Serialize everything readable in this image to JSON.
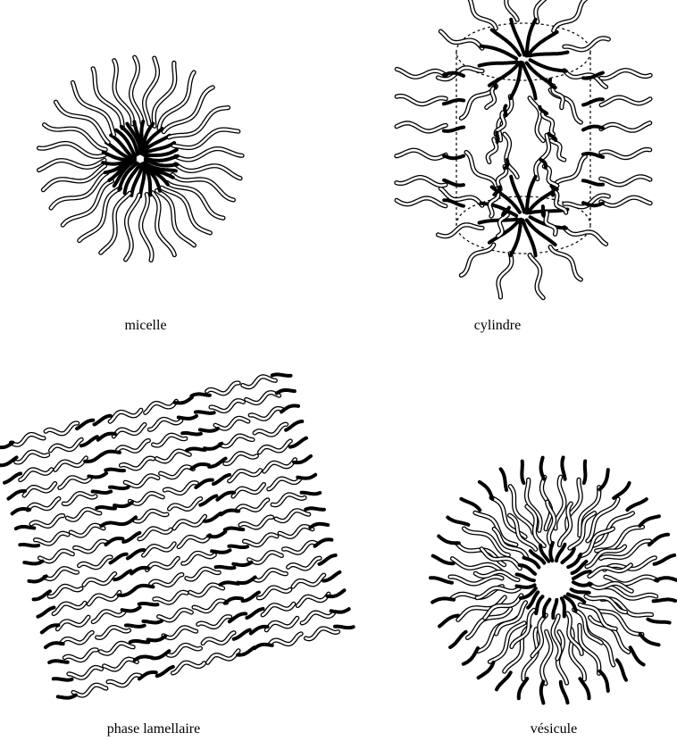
{
  "panels": {
    "micelle": {
      "caption": "micelle"
    },
    "cylindre": {
      "caption": "cylindre"
    },
    "phase": {
      "caption": "phase lamellaire"
    },
    "vesicule": {
      "caption": "vésicule"
    }
  },
  "colors": {
    "tail_outline": "#000000",
    "tail_fill": "#ffffff",
    "head": "#000000",
    "guide": "#000000"
  }
}
